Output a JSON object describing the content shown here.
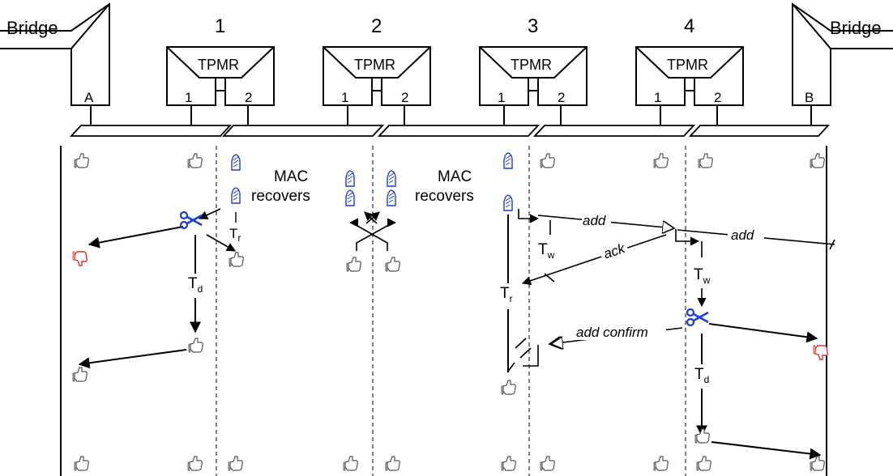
{
  "bridges": {
    "left_label": "Bridge",
    "right_label": "Bridge",
    "left_port": "A",
    "right_port": "B"
  },
  "tpmrs": [
    {
      "number": "1",
      "label": "TPMR",
      "port1": "1",
      "port2": "2"
    },
    {
      "number": "2",
      "label": "TPMR",
      "port1": "1",
      "port2": "2"
    },
    {
      "number": "3",
      "label": "TPMR",
      "port1": "1",
      "port2": "2"
    },
    {
      "number": "4",
      "label": "TPMR",
      "port1": "1",
      "port2": "2"
    }
  ],
  "annotations": {
    "mac_recovers_1": [
      "MAC",
      "recovers"
    ],
    "mac_recovers_2": [
      "MAC",
      "recovers"
    ]
  },
  "messages": {
    "add_1": "add",
    "add_2": "add",
    "ack": "ack",
    "add_confirm": "add confirm"
  },
  "timers": {
    "tr_main": "T",
    "tr_sub": "r",
    "td_main": "T",
    "td_sub": "d",
    "tw_main": "T",
    "tw_sub": "w"
  },
  "icons": [
    "thumbs-up-icon",
    "thumbs-down-icon",
    "scissors-icon",
    "crossed-fingers-icon"
  ],
  "colors": {
    "line": "#000000",
    "link_down": "#1a3fd0",
    "mac_fail": "#e03030",
    "ok": "#555555"
  }
}
